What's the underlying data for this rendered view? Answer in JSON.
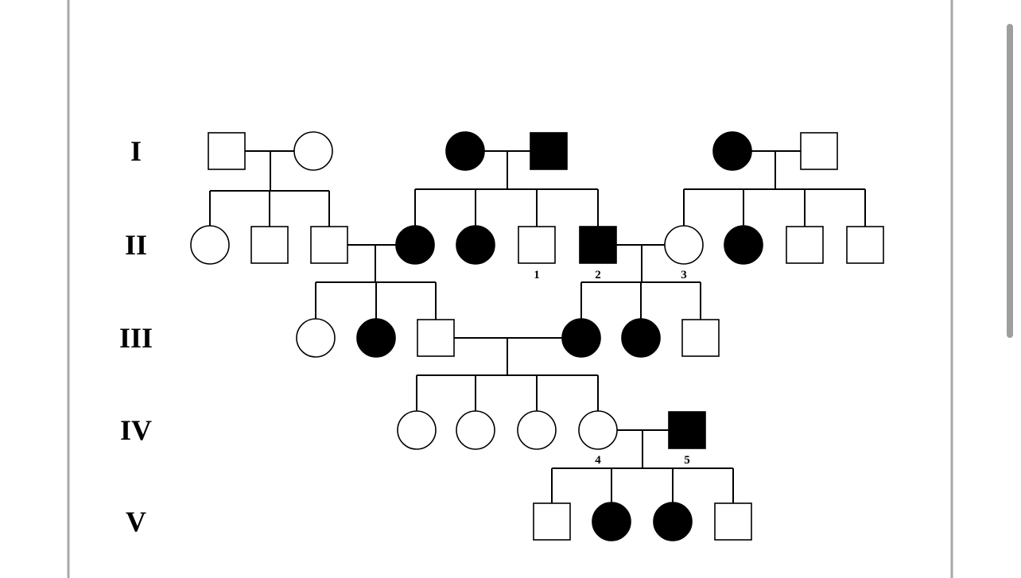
{
  "colors": {
    "background": "#ffffff",
    "frame": "#a8a8a8",
    "ink": "#000000",
    "scrollbar": "#9e9e9e"
  },
  "generations": [
    "I",
    "II",
    "III",
    "IV",
    "V"
  ],
  "individuals": [
    {
      "id": "I-a",
      "gen": "I",
      "sex": "male",
      "affected": false,
      "label": ""
    },
    {
      "id": "I-b",
      "gen": "I",
      "sex": "female",
      "affected": false,
      "label": ""
    },
    {
      "id": "I-c",
      "gen": "I",
      "sex": "female",
      "affected": true,
      "label": ""
    },
    {
      "id": "I-d",
      "gen": "I",
      "sex": "male",
      "affected": true,
      "label": ""
    },
    {
      "id": "I-e",
      "gen": "I",
      "sex": "female",
      "affected": true,
      "label": ""
    },
    {
      "id": "I-f",
      "gen": "I",
      "sex": "male",
      "affected": false,
      "label": ""
    },
    {
      "id": "II-a",
      "gen": "II",
      "sex": "female",
      "affected": false,
      "label": ""
    },
    {
      "id": "II-b",
      "gen": "II",
      "sex": "male",
      "affected": false,
      "label": ""
    },
    {
      "id": "II-c",
      "gen": "II",
      "sex": "male",
      "affected": false,
      "label": ""
    },
    {
      "id": "II-d",
      "gen": "II",
      "sex": "female",
      "affected": true,
      "label": ""
    },
    {
      "id": "II-e",
      "gen": "II",
      "sex": "female",
      "affected": true,
      "label": ""
    },
    {
      "id": "II-f",
      "gen": "II",
      "sex": "male",
      "affected": false,
      "label": "1"
    },
    {
      "id": "II-g",
      "gen": "II",
      "sex": "male",
      "affected": true,
      "label": "2"
    },
    {
      "id": "II-h",
      "gen": "II",
      "sex": "female",
      "affected": false,
      "label": "3"
    },
    {
      "id": "II-i",
      "gen": "II",
      "sex": "female",
      "affected": true,
      "label": ""
    },
    {
      "id": "II-j",
      "gen": "II",
      "sex": "male",
      "affected": false,
      "label": ""
    },
    {
      "id": "II-k",
      "gen": "II",
      "sex": "male",
      "affected": false,
      "label": ""
    },
    {
      "id": "III-a",
      "gen": "III",
      "sex": "female",
      "affected": false,
      "label": ""
    },
    {
      "id": "III-b",
      "gen": "III",
      "sex": "female",
      "affected": true,
      "label": ""
    },
    {
      "id": "III-c",
      "gen": "III",
      "sex": "male",
      "affected": false,
      "label": ""
    },
    {
      "id": "III-d",
      "gen": "III",
      "sex": "female",
      "affected": true,
      "label": ""
    },
    {
      "id": "III-e",
      "gen": "III",
      "sex": "female",
      "affected": true,
      "label": ""
    },
    {
      "id": "III-f",
      "gen": "III",
      "sex": "male",
      "affected": false,
      "label": ""
    },
    {
      "id": "IV-a",
      "gen": "IV",
      "sex": "female",
      "affected": false,
      "label": ""
    },
    {
      "id": "IV-b",
      "gen": "IV",
      "sex": "female",
      "affected": false,
      "label": ""
    },
    {
      "id": "IV-c",
      "gen": "IV",
      "sex": "female",
      "affected": false,
      "label": ""
    },
    {
      "id": "IV-d",
      "gen": "IV",
      "sex": "female",
      "affected": false,
      "label": "4"
    },
    {
      "id": "IV-e",
      "gen": "IV",
      "sex": "male",
      "affected": true,
      "label": "5"
    },
    {
      "id": "V-a",
      "gen": "V",
      "sex": "male",
      "affected": false,
      "label": ""
    },
    {
      "id": "V-b",
      "gen": "V",
      "sex": "female",
      "affected": true,
      "label": ""
    },
    {
      "id": "V-c",
      "gen": "V",
      "sex": "female",
      "affected": true,
      "label": ""
    },
    {
      "id": "V-d",
      "gen": "V",
      "sex": "male",
      "affected": false,
      "label": ""
    }
  ],
  "unions": [
    {
      "id": "u1",
      "partners": [
        "I-a",
        "I-b"
      ],
      "children": [
        "II-a",
        "II-b",
        "II-c"
      ]
    },
    {
      "id": "u2",
      "partners": [
        "I-c",
        "I-d"
      ],
      "children": [
        "II-d",
        "II-e",
        "II-f",
        "II-g"
      ]
    },
    {
      "id": "u3",
      "partners": [
        "I-e",
        "I-f"
      ],
      "children": [
        "II-h",
        "II-i",
        "II-j",
        "II-k"
      ]
    },
    {
      "id": "u4",
      "partners": [
        "II-c",
        "II-d"
      ],
      "children": [
        "III-a",
        "III-b",
        "III-c"
      ]
    },
    {
      "id": "u5",
      "partners": [
        "II-g",
        "II-h"
      ],
      "children": [
        "III-d",
        "III-e",
        "III-f"
      ]
    },
    {
      "id": "u6",
      "partners": [
        "III-c",
        "III-d"
      ],
      "children": [
        "IV-a",
        "IV-b",
        "IV-c",
        "IV-d"
      ]
    },
    {
      "id": "u7",
      "partners": [
        "IV-d",
        "IV-e"
      ],
      "children": [
        "V-a",
        "V-b",
        "V-c",
        "V-d"
      ]
    }
  ]
}
